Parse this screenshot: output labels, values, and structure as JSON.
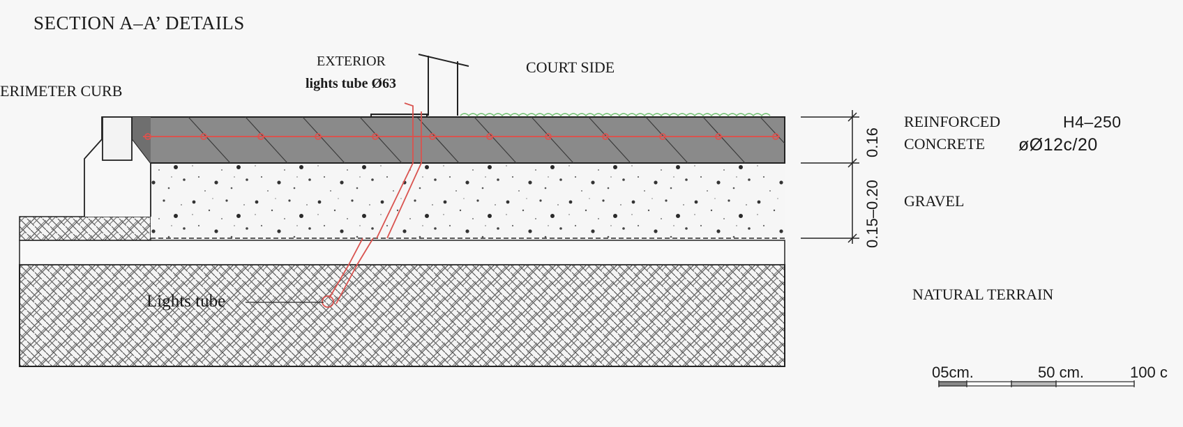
{
  "title": "SECTION  A–A’  DETAILS",
  "labels": {
    "perimeter_curb": "ERIMETER CURB",
    "exterior": "EXTERIOR",
    "lights_tube_top": "lights tube  Ø63",
    "court_side": "COURT SIDE",
    "lights_tube_bottom": "Lights tube"
  },
  "layers": {
    "concrete_line1": "REINFORCED",
    "concrete_line2": "CONCRETE",
    "concrete_spec1": "H4–250",
    "concrete_spec2": "øØ12c/20",
    "gravel": "GRAVEL",
    "terrain": "NATURAL TERRAIN"
  },
  "dimensions": {
    "concrete": "0.16",
    "gravel": "0.15–0.20"
  },
  "scale": {
    "t0": "05cm.",
    "t1": "50  cm.",
    "t2": "100  c"
  },
  "colors": {
    "concrete": "#8c8c8c",
    "rebar": "#d9534f",
    "grass": "#7cc47c",
    "line": "#222222"
  }
}
